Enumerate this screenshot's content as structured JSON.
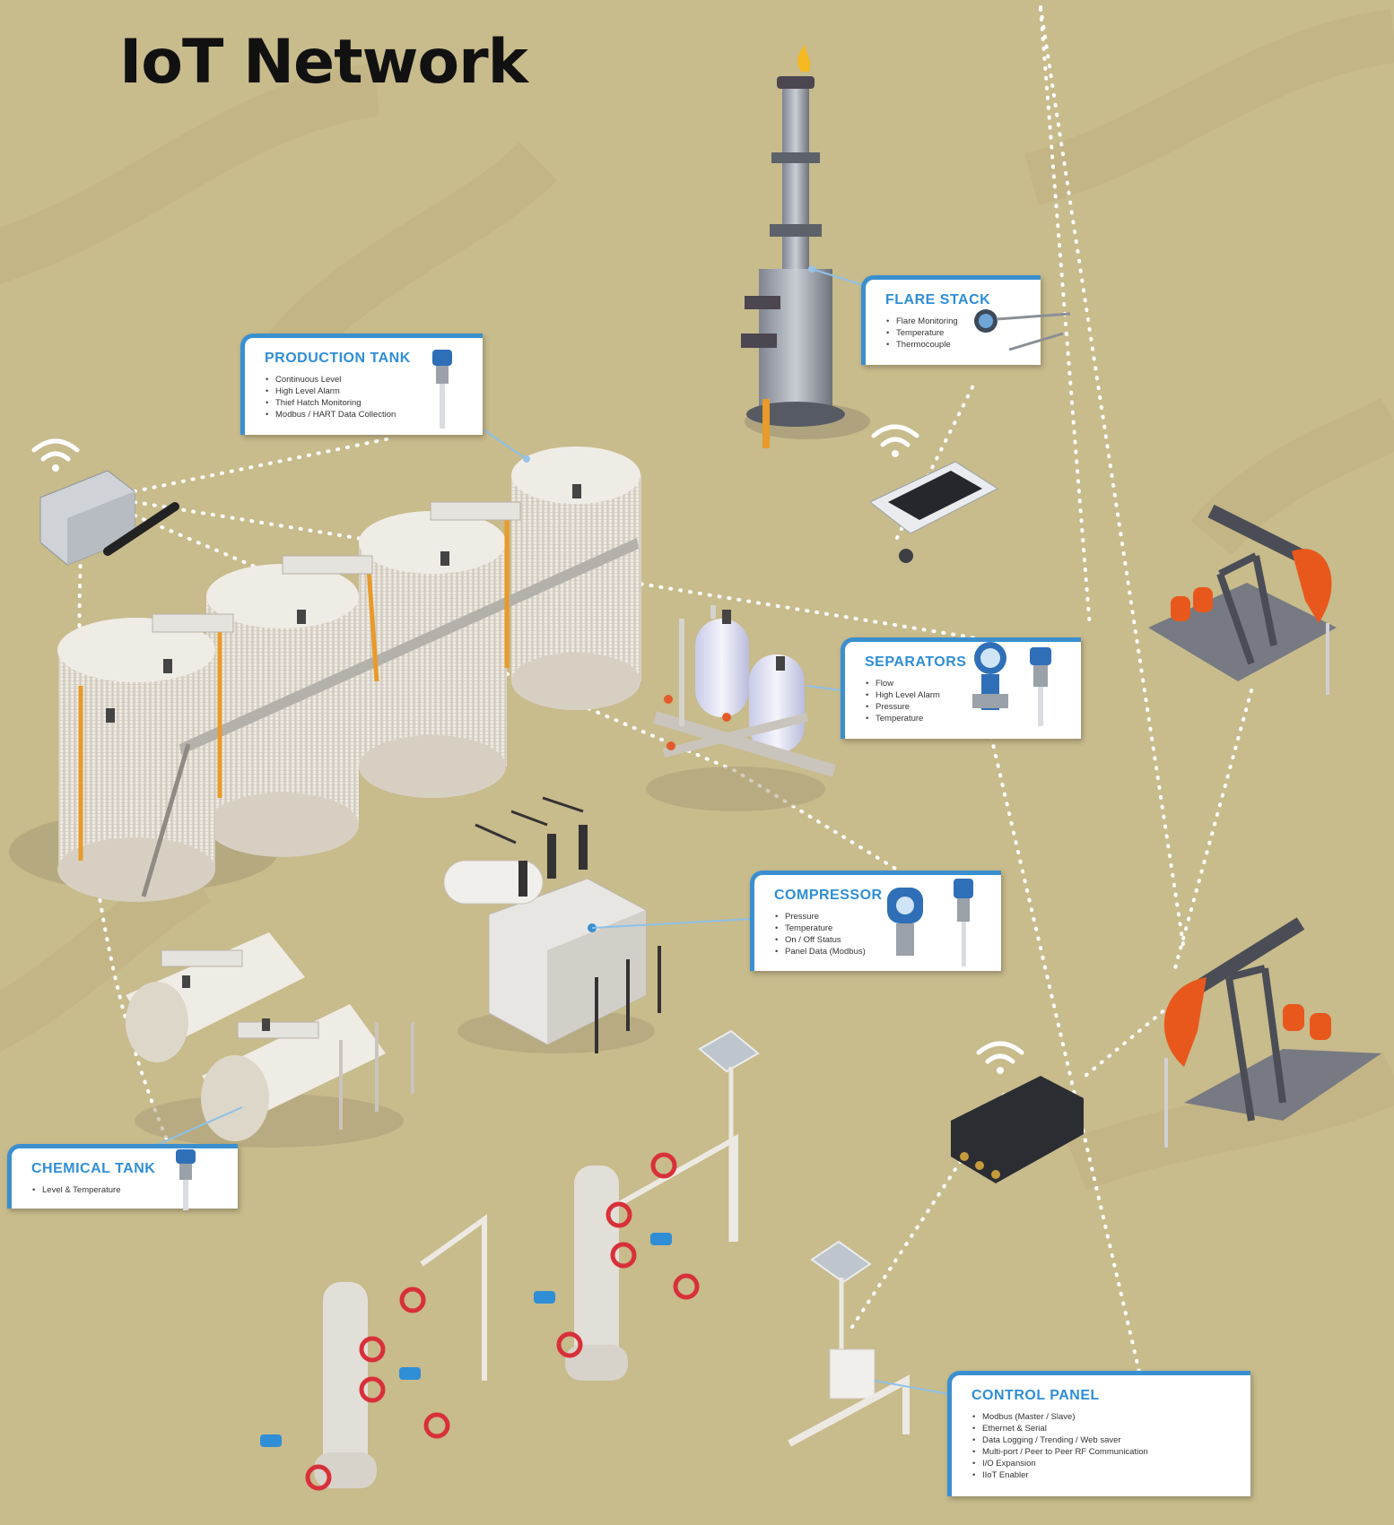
{
  "title": "IoT Network",
  "callouts": {
    "production_tank": {
      "title": "PRODUCTION TANK",
      "items": [
        "Continuous Level",
        "High Level Alarm",
        "Thief Hatch Monitoring",
        "Modbus / HART Data Collection"
      ]
    },
    "flare_stack": {
      "title": "FLARE STACK",
      "items": [
        "Flare Monitoring",
        "Temperature",
        "Thermocouple"
      ]
    },
    "separators": {
      "title": "SEPARATORS",
      "items": [
        "Flow",
        "High Level Alarm",
        "Pressure",
        "Temperature"
      ]
    },
    "compressor": {
      "title": "COMPRESSOR",
      "items": [
        "Pressure",
        "Temperature",
        "On / Off Status",
        "Panel Data (Modbus)"
      ]
    },
    "chemical_tank": {
      "title": "CHEMICAL TANK",
      "items": [
        "Level & Temperature"
      ]
    },
    "control_panel": {
      "title": "CONTROL PANEL",
      "items": [
        "Modbus (Master / Slave)",
        "Ethernet & Serial",
        "Data Logging / Trending / Web saver",
        "Multi-port / Peer to Peer RF Communication",
        "I/O Expansion",
        "IIoT Enabler"
      ]
    }
  },
  "colors": {
    "background": "#c8bb8c",
    "accent": "#2f8ed6",
    "valve_red": "#d8303a",
    "pump_orange": "#e8581c"
  }
}
